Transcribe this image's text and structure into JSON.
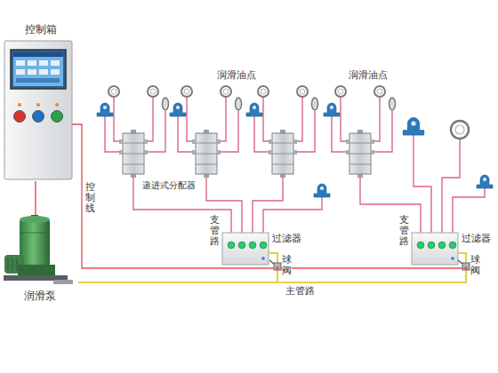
{
  "diagram": {
    "nodes": [
      {
        "text": [
          "控制箱"
        ]
      },
      {
        "text": [
          "润滑泵"
        ]
      },
      {
        "text": [
          "过滤器"
        ]
      },
      {
        "text": [
          "过滤器"
        ]
      }
    ],
    "edges": [
      {
        "from": 0,
        "to": 1,
        "arrow": "none"
      },
      {
        "from": 1,
        "to": 2,
        "arrow": "none"
      },
      {
        "from": 1,
        "to": 3,
        "label": "主管路",
        "arrow": "none"
      }
    ],
    "labels": [
      "润滑油点",
      "润滑油点",
      "递进式分配器",
      "支管路",
      "支管路",
      "球阀",
      "球阀",
      "控制线"
    ]
  }
}
